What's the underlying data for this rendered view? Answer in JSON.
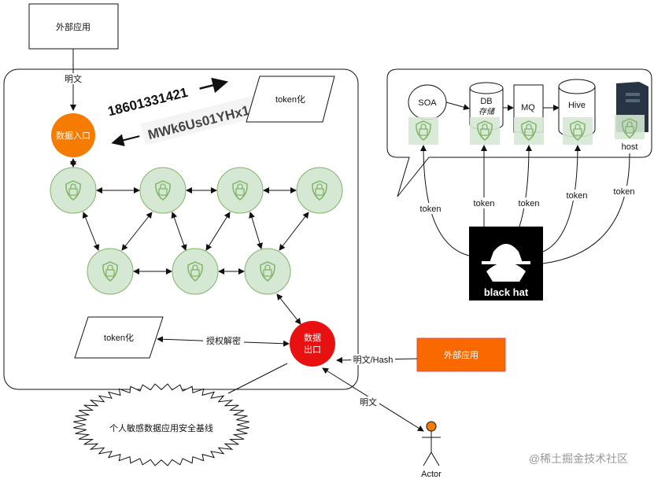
{
  "top_app": {
    "label": "外部应用",
    "edge_label": "明文"
  },
  "entry": {
    "label": "数据入口"
  },
  "plain_value": "18601331421",
  "token_value": "MWk6Us01YHx1",
  "tokenize_top": "token化",
  "tokenize_bottom": "token化",
  "decrypt_label": "授权解密",
  "exit": {
    "line1": "数据",
    "line2": "出口"
  },
  "right_app": {
    "label": "外部应用",
    "edge_label": "明文/Hash"
  },
  "actor": {
    "label": "Actor",
    "edge_label": "明文"
  },
  "baseline_cloud": "个人敏感数据应用安全基线",
  "services": {
    "soa": "SOA",
    "db_line1": "DB",
    "db_line2": "存储",
    "mq": "MQ",
    "hive": "Hive",
    "host": "host"
  },
  "token_edges": [
    "token",
    "token",
    "token",
    "token",
    "token"
  ],
  "blackhat": "black hat",
  "watermark": "@稀土掘金技术社区",
  "colors": {
    "entry": "#f57c00",
    "exit": "#e81010",
    "node_fill": "#d5e8d4",
    "node_stroke": "#82b366",
    "app_orange": "#fa6800"
  }
}
